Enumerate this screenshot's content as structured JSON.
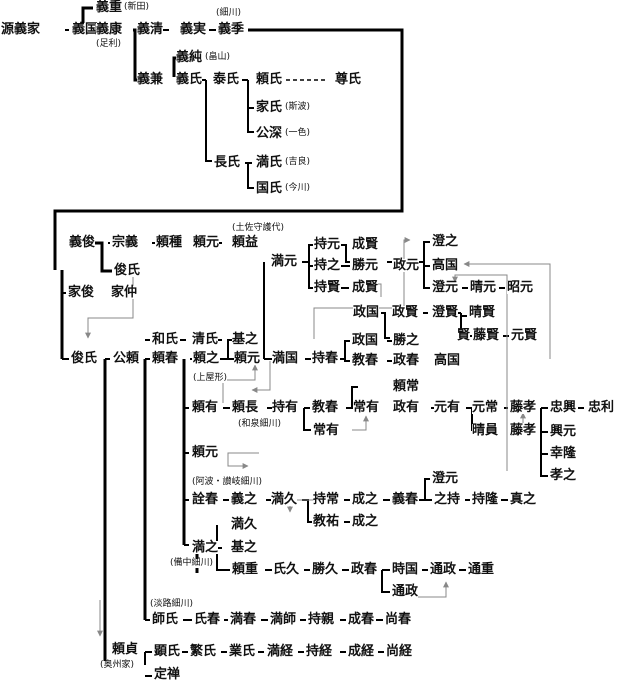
{
  "nodes": {
    "minamoto_yoshiie": "源義家",
    "yoshikuni": "義国",
    "yoshishige": "義重",
    "yoshishige_note": "(新田)",
    "yoshiyasu": "義康",
    "yoshiyasu_note": "(足利)",
    "yoshikiyo": "義清",
    "yoshizane": "義実",
    "yoshisue": "義季",
    "yoshisue_note": "(細川)",
    "yoshikane": "義兼",
    "yoshizumi": "義純",
    "yoshizumi_note": "(畠山)",
    "yoshiuji": "義氏",
    "yasuuji": "泰氏",
    "yoriuji": "頼氏",
    "takauji": "尊氏",
    "ieuji": "家氏",
    "ieuji_note": "(斯波)",
    "kimifuka": "公深",
    "kimifuka_note": "(一色)",
    "osauji": "長氏",
    "mitsuuji": "満氏",
    "mitsuuji_note": "(吉良)",
    "kuniuji": "国氏",
    "kuniuji_note": "(今川)",
    "yoshitoshi": "義俊",
    "muneyoshi": "宗義",
    "yoritane": "頼種",
    "yorimoto_a": "頼元",
    "yorimasu": "頼益",
    "yorimasu_note": "(土佐守護代)",
    "toshiuji_a": "俊氏",
    "ietoshi": "家俊",
    "ienaka": "家仲",
    "mochimoto": "持元",
    "narikata_a": "成賢",
    "mitsumoto": "満元",
    "mochiyuki": "持之",
    "katsumoto": "勝元",
    "masamoto": "政元",
    "sumiyuki": "澄之",
    "takakuni_a": "高国",
    "mochikata": "持賢",
    "narikata_b": "成賢",
    "sumimoto_a": "澄元",
    "harumoto": "晴元",
    "akimoto": "昭元",
    "masakuni_a": "政国",
    "masakata": "政賢",
    "sumikata": "澄賢",
    "harukata": "晴賢",
    "kata": "賢",
    "fujikata": "藤賢",
    "motokata": "元賢",
    "toshiuji_b": "俊氏",
    "kimiyori": "公頼",
    "kazuuji": "和氏",
    "kiyouji": "清氏",
    "motoyuki_a": "基之",
    "yoriharu": "頼春",
    "yoriyuki": "頼之",
    "yorimoto_b": "頼元",
    "mitsukuni": "満国",
    "mochiharu": "持春",
    "masakuni_b": "政国",
    "norikata": "教春",
    "katsuyuki": "勝之",
    "masaharu": "政春",
    "takakuni_b": "高国",
    "kamiyakata": "(上屋形)",
    "yoritsune": "頼常",
    "yoriari": "頼有",
    "yoriosa": "頼長",
    "mochiari": "持有",
    "noriharu": "教春",
    "tsuneari": "常有",
    "masaari": "政有",
    "motoari": "元有",
    "mototsune": "元常",
    "fujitaka_a": "藤孝",
    "tadaoki": "忠興",
    "tadatoshi": "忠利",
    "izumi_note": "(和泉細川)",
    "tsuneari_b": "常有",
    "harukazu": "晴員",
    "fujitaka_b": "藤孝",
    "okimoto": "興元",
    "yukitaka": "幸隆",
    "takayuki": "孝之",
    "yorimoto_c": "頼元",
    "awa_note": "(阿波・讃岐細川)",
    "akiharu": "詮春",
    "yoshiyuki": "義之",
    "mitsuhisa_a": "満久",
    "mochitsune": "持常",
    "shigeyuki_a": "成之",
    "yoshiharu": "義春",
    "sumimoto_b": "澄元",
    "yukimochi": "之持",
    "mochitaka": "持隆",
    "sadayuki": "真之",
    "noriyoshi": "教祐",
    "shigeyuki_b": "成之",
    "mitsuhisa_b": "満久",
    "mitsuyuki": "満之",
    "motoyuki_b": "基之",
    "bitchu_note": "(備中細川)",
    "yorishige": "頼重",
    "ujihisa": "氏久",
    "katsuhisa": "勝久",
    "masaharu_b": "政春",
    "tokikuni": "時国",
    "michimasa_a": "通政",
    "michishige": "通重",
    "michimasa_b": "通政",
    "awaji_note": "(淡路細川)",
    "moroji": "師氏",
    "ujiharu": "氏春",
    "mitsuharu": "満春",
    "mitsumoro": "満師",
    "mochichika": "持親",
    "shigeharu": "成春",
    "hisaharu": "尚春",
    "yorisada": "頼貞",
    "oshu_note": "(奥州家)",
    "akiuji": "顕氏",
    "shigeuji": "繁氏",
    "narouji": "業氏",
    "mitsutsune": "満経",
    "mochitsune_b": "持経",
    "shigetsune": "成経",
    "hisatsune": "尚経",
    "jozen": "定禅"
  }
}
